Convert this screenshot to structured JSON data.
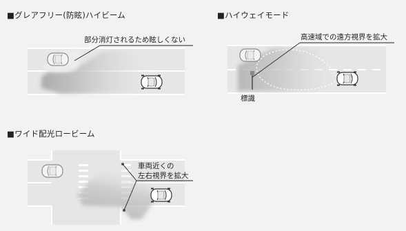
{
  "sections": {
    "glare_free": {
      "title": "■グレアフリー(防眩)ハイビーム",
      "callout": "部分消灯されるため眩しくない"
    },
    "highway": {
      "title": "■ハイウェイモード",
      "callout": "高速域での遠方視界を拡大",
      "sign_label": "標識"
    },
    "wide_low": {
      "title": "■ワイド配光ロービーム",
      "callout_line1": "車両近くの",
      "callout_line2": "左右視界を拡大"
    }
  },
  "colors": {
    "background": "#f2f2f2",
    "road": "#e6e6e6",
    "lane_line": "#ffffff",
    "beam": "#c3c3c3",
    "car_body": "#ffffff",
    "car_outline": "#333333",
    "text": "#222222"
  }
}
